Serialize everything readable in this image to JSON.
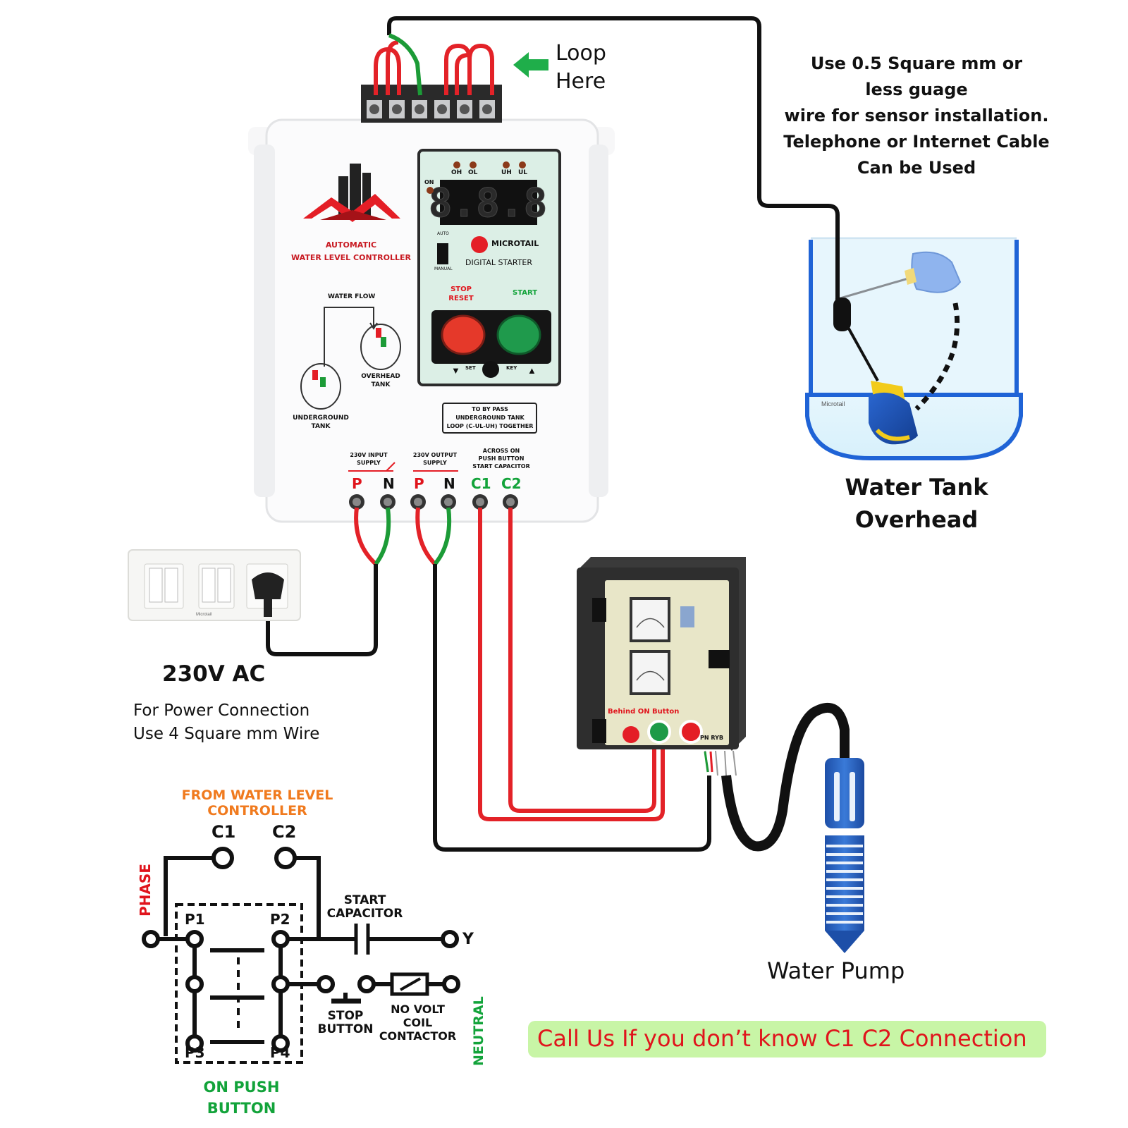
{
  "loop_note": [
    "Loop",
    "Here"
  ],
  "sensor_note": [
    "Use 0.5 Square mm or",
    "less guage",
    "wire for sensor installation.",
    "Telephone or Internet Cable",
    "Can be Used"
  ],
  "tank_label": [
    "Water Tank",
    "Overhead"
  ],
  "tank_brand": "Microtail",
  "power": {
    "title": "230V AC",
    "lines": [
      "For Power Connection",
      "Use 4 Square mm Wire"
    ]
  },
  "switchboard_brand": "Microtail",
  "pump_label": "Water Pump",
  "call_banner": "Call Us If you don’t know C1 C2 Connection",
  "controller": {
    "logo_lines": [
      "AUTOMATIC",
      "WATER LEVEL CONTROLLER"
    ],
    "water_flow": "WATER FLOW",
    "underground": [
      "UNDERGROUND",
      "TANK"
    ],
    "overhead": [
      "OVERHEAD",
      "TANK"
    ],
    "indicators": [
      "OH",
      "OL",
      "UH",
      "UL"
    ],
    "on_label": "ON",
    "display": "8.8.8",
    "auto": "AUTO",
    "manual": "MANUAL",
    "brand": "MICROTAIL",
    "digital_starter": "DIGITAL STARTER",
    "stop_reset": [
      "STOP",
      "RESET"
    ],
    "start": "START",
    "set": "SET",
    "key": "KEY",
    "bypass": [
      "TO BY PASS",
      "UNDERGROUND TANK",
      "LOOP (C-UL-UH) TOGETHER"
    ],
    "input_supply": [
      "230V INPUT",
      "SUPPLY"
    ],
    "output_supply": [
      "230V OUTPUT",
      "SUPPLY"
    ],
    "across": [
      "ACROSS ON",
      "PUSH BUTTON",
      "START CAPACITOR"
    ],
    "terminals": [
      "P",
      "N",
      "P",
      "N",
      "C1",
      "C2"
    ]
  },
  "starter_panel": {
    "behind_on": "Behind ON Button",
    "terminals": "PN RYB"
  },
  "schematic": {
    "from": [
      "FROM WATER LEVEL",
      "CONTROLLER"
    ],
    "c1": "C1",
    "c2": "C2",
    "phase": "PHASE",
    "p1": "P1",
    "p2": "P2",
    "p3": "P3",
    "p4": "P4",
    "start_capacitor": [
      "START",
      "CAPACITOR"
    ],
    "y": "Y",
    "stop_button": [
      "STOP",
      "BUTTON"
    ],
    "coil": [
      "NO VOLT COIL",
      "CONTACTOR"
    ],
    "neutral": "NEUTRAL",
    "on_push": [
      "ON PUSH",
      "BUTTON"
    ]
  },
  "colors": {
    "phase": "#e0141c",
    "neutral_wire": "#18a33a",
    "banner_bg": "#c8f5a6",
    "banner_text": "#e0141c",
    "orange": "#f07a1e"
  }
}
